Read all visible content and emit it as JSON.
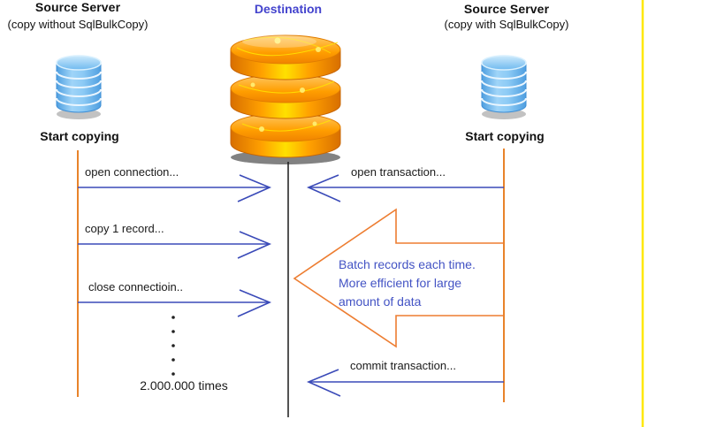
{
  "diagram": {
    "left_source": {
      "title": "Source Server",
      "subtitle": "(copy without SqlBulkCopy)",
      "start_label": "Start copying"
    },
    "destination": {
      "title": "Destination"
    },
    "right_source": {
      "title": "Source Server",
      "subtitle": "(copy with SqlBulkCopy)",
      "start_label": "Start copying"
    },
    "left_messages": [
      {
        "label": "open connection..."
      },
      {
        "label": "copy 1 record..."
      },
      {
        "label": "close connectioin.."
      }
    ],
    "repeat_label": "2.000.000 times",
    "right_messages": [
      {
        "label": "open transaction..."
      },
      {
        "label": "commit transaction..."
      }
    ],
    "batch_note": {
      "line1": "Batch records each time.",
      "line2": "More efficient for large",
      "line3": "amount of data"
    },
    "icons": {
      "left_database": "blue-database-icon",
      "center_database": "orange-database-icon",
      "right_database": "blue-database-icon"
    },
    "colors": {
      "arrow_blue": "#3a4ab8",
      "lifeline_orange": "#e8832a",
      "block_arrow_orange": "#ed7d31",
      "note_blue": "#4353c4",
      "destination_blue": "#4343cd",
      "margin_yellow": "#ffe800",
      "lifeline_black": "#1a1a1a",
      "source_db_blue": "#5fb3ef",
      "destination_db_orange": "#ff9e00"
    }
  }
}
